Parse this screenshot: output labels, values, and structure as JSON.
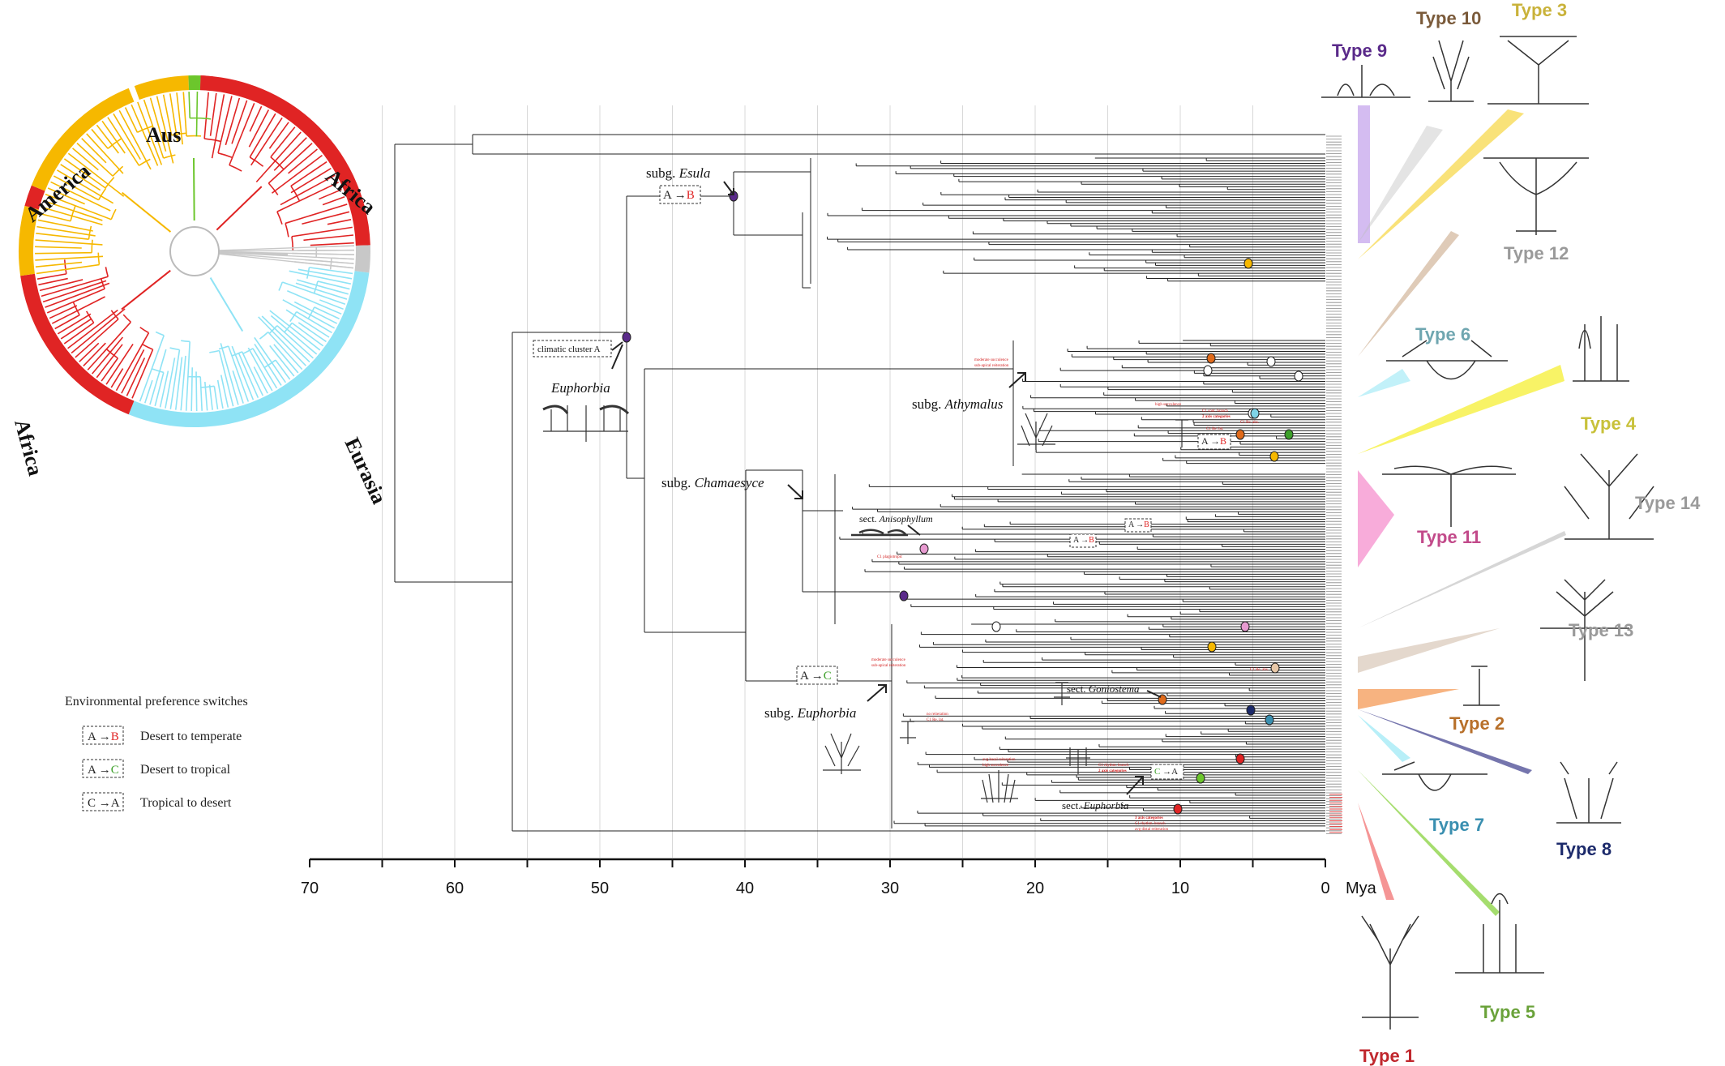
{
  "colors": {
    "africa": "#e02424",
    "america": "#f6b800",
    "eurasia": "#8fe3f5",
    "australia": "#6cc62c",
    "outgroup": "#c8c8c8",
    "desert_letter": "#222222",
    "temperate_letter": "#e02424",
    "tropical_letter": "#3da02a",
    "annotation": "#d42020"
  },
  "regions": {
    "africa_top": "Africa",
    "aus": "Aus",
    "america": "America",
    "africa_left": "Africa",
    "eurasia": "Eurasia"
  },
  "legend": {
    "title": "Environmental preference switches",
    "items": [
      {
        "from": "A",
        "to": "B",
        "to_color": "#e02424",
        "label": "Desert to temperate"
      },
      {
        "from": "A",
        "to": "C",
        "to_color": "#3da02a",
        "label": "Desert to tropical"
      },
      {
        "from": "C",
        "to": "A",
        "to_color": "#222222",
        "label": "Tropical to desert"
      }
    ]
  },
  "axis": {
    "ticks": [
      "70",
      "60",
      "50",
      "40",
      "30",
      "20",
      "10",
      "0"
    ],
    "unit": "Mya"
  },
  "clades": {
    "esula_prefix": "subg.",
    "esula_name": "Esula",
    "euphorbia_genus": "Euphorbia",
    "climatic_cluster": "climatic cluster A",
    "athymalus_prefix": "subg.",
    "athymalus_name": "Athymalus",
    "chamaesyce_prefix": "subg.",
    "chamaesyce_name": "Chamaesyce",
    "anisophyllum_prefix": "sect.",
    "anisophyllum_name": "Anisophyllum",
    "euphorbia_subg_prefix": "subg.",
    "euphorbia_subg_name": "Euphorbia",
    "goniostema_prefix": "sect.",
    "goniostema_name": "Goniostema",
    "euphorbia_sect_prefix": "sect.",
    "euphorbia_sect_name": "Euphorbia"
  },
  "switch_boxes": {
    "esula": {
      "from": "A",
      "to": "B"
    },
    "athymalus": {
      "from": "A",
      "to": "B"
    },
    "anisophyllum": {
      "from": "A",
      "to": "B"
    },
    "anisophyllum2": {
      "from": "A",
      "to": "B"
    },
    "euphorbia_subg": {
      "from": "A",
      "to": "C"
    },
    "euphorbia_sect": {
      "from": "C",
      "to": "A"
    }
  },
  "annotations": {
    "athymalus_1": "moderate succulence",
    "athymalus_2": "sub-apical reiteration",
    "athymalus_3": "high succulence",
    "athymalus_4": "C1 cont. branch",
    "athymalus_5": "2 axis categories",
    "athymalus_6": "C1 Re. abs.",
    "athymalus_7": "C1 Re. lat.",
    "anisophyllum_1": "C1 plagiotropic",
    "euphorbia_subg_1": "moderate succulence",
    "euphorbia_subg_2": "sub-apical reiteration",
    "euphorbia_subg_3": "no reiteration",
    "euphorbia_subg_4": "C1 Re. lat.",
    "euphorbia_subg_5": "C1 Re. abs.",
    "euphorbia_subg_6": "avg basal reiteration",
    "euphorbia_subg_7": "high succulence",
    "euphorbia_sect_1": "C1 rhythm. branch",
    "euphorbia_sect_2": "2 axis categories",
    "euphorbia_sect_3": "3 axis categories",
    "euphorbia_sect_4": "C1 rhythm. branch",
    "euphorbia_sect_5": "avg distal reiteration"
  },
  "types": [
    {
      "id": 1,
      "label": "Type 1",
      "color": "#c0272d"
    },
    {
      "id": 2,
      "label": "Type 2",
      "color": "#b8702a"
    },
    {
      "id": 3,
      "label": "Type 3",
      "color": "#c9b23a"
    },
    {
      "id": 4,
      "label": "Type 4",
      "color": "#c8c13a"
    },
    {
      "id": 5,
      "label": "Type 5",
      "color": "#6aa23a"
    },
    {
      "id": 6,
      "label": "Type 6",
      "color": "#6fa6b0"
    },
    {
      "id": 7,
      "label": "Type 7",
      "color": "#3a8fb0"
    },
    {
      "id": 8,
      "label": "Type 8",
      "color": "#1c2a6b"
    },
    {
      "id": 9,
      "label": "Type 9",
      "color": "#5a2a8a"
    },
    {
      "id": 10,
      "label": "Type 10",
      "color": "#7a5a3a"
    },
    {
      "id": 11,
      "label": "Type 11",
      "color": "#c24a8a"
    },
    {
      "id": 12,
      "label": "Type 12",
      "color": "#9a9a9a"
    },
    {
      "id": 13,
      "label": "Type 13",
      "color": "#9a9a9a"
    },
    {
      "id": 14,
      "label": "Type 14",
      "color": "#9a9a9a"
    }
  ]
}
